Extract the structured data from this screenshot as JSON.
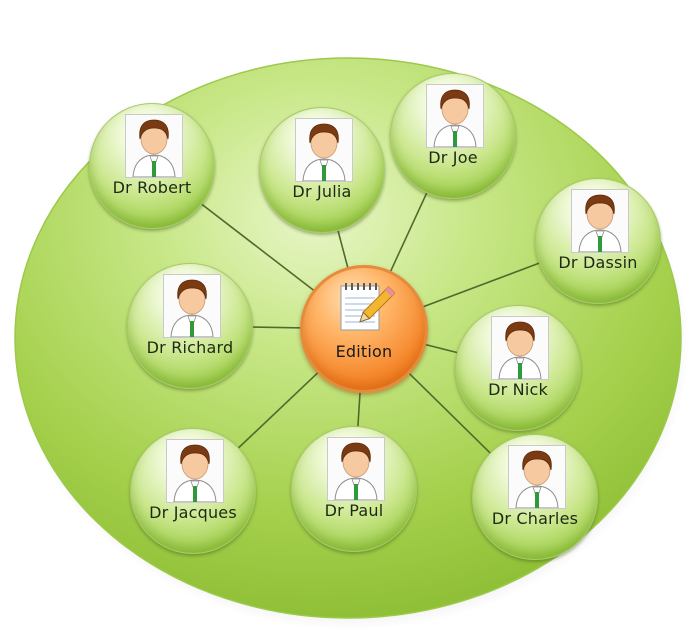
{
  "diagram": {
    "center": {
      "label": "Edition",
      "icon": "notepad-pencil-icon"
    },
    "nodes": [
      {
        "label": "Dr Robert",
        "icon": "doctor-avatar-icon"
      },
      {
        "label": "Dr Julia",
        "icon": "doctor-avatar-icon"
      },
      {
        "label": "Dr Joe",
        "icon": "doctor-avatar-icon"
      },
      {
        "label": "Dr Dassin",
        "icon": "doctor-avatar-icon"
      },
      {
        "label": "Dr Richard",
        "icon": "doctor-avatar-icon"
      },
      {
        "label": "Dr Nick",
        "icon": "doctor-avatar-icon"
      },
      {
        "label": "Dr Jacques",
        "icon": "doctor-avatar-icon"
      },
      {
        "label": "Dr Paul",
        "icon": "doctor-avatar-icon"
      },
      {
        "label": "Dr Charles",
        "icon": "doctor-avatar-icon"
      }
    ],
    "colors": {
      "outer_circle": "#a6d14e",
      "node": "#b4dc64",
      "hub": "#f5862a",
      "connector": "#4f6b2d"
    }
  }
}
